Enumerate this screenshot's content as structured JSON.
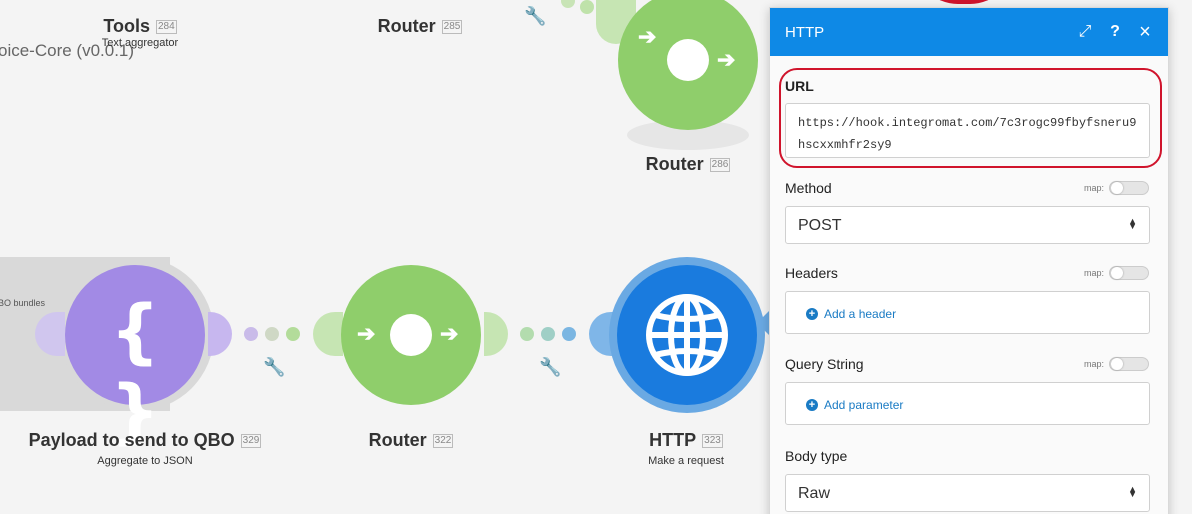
{
  "canvas": {
    "partial_text": "oice-Core (v0.0.1)",
    "modules": {
      "tools": {
        "title": "Tools",
        "number": "284",
        "subtitle": "Text aggregator"
      },
      "router_top": {
        "title": "Router",
        "number": "285"
      },
      "router_top_right": {
        "title": "Router",
        "number": "286"
      },
      "payload": {
        "title": "Payload to send to QBO",
        "number": "329",
        "subtitle": "Aggregate to JSON",
        "side_text": "BO bundles"
      },
      "router_bottom": {
        "title": "Router",
        "number": "322"
      },
      "http": {
        "title": "HTTP",
        "number": "323",
        "subtitle": "Make a request"
      }
    },
    "colors": {
      "router_green": "#8fce6b",
      "json_purple": "#a28ae5",
      "http_blue": "#1a7bde",
      "highlight_red": "#d0142c"
    }
  },
  "panel": {
    "title": "HTTP",
    "buttons": {
      "expand": "⤢",
      "help": "?",
      "close": "×"
    },
    "url": {
      "label": "URL",
      "value": "https://hook.integromat.com/7c3rogc99fbyfsneru9hscxxmhfr2sy9"
    },
    "method": {
      "label": "Method",
      "map_label": "map:",
      "value": "POST"
    },
    "headers": {
      "label": "Headers",
      "map_label": "map:",
      "add": "Add a header"
    },
    "query": {
      "label": "Query String",
      "map_label": "map:",
      "add": "Add parameter"
    },
    "body_type": {
      "label": "Body type",
      "value": "Raw"
    }
  }
}
